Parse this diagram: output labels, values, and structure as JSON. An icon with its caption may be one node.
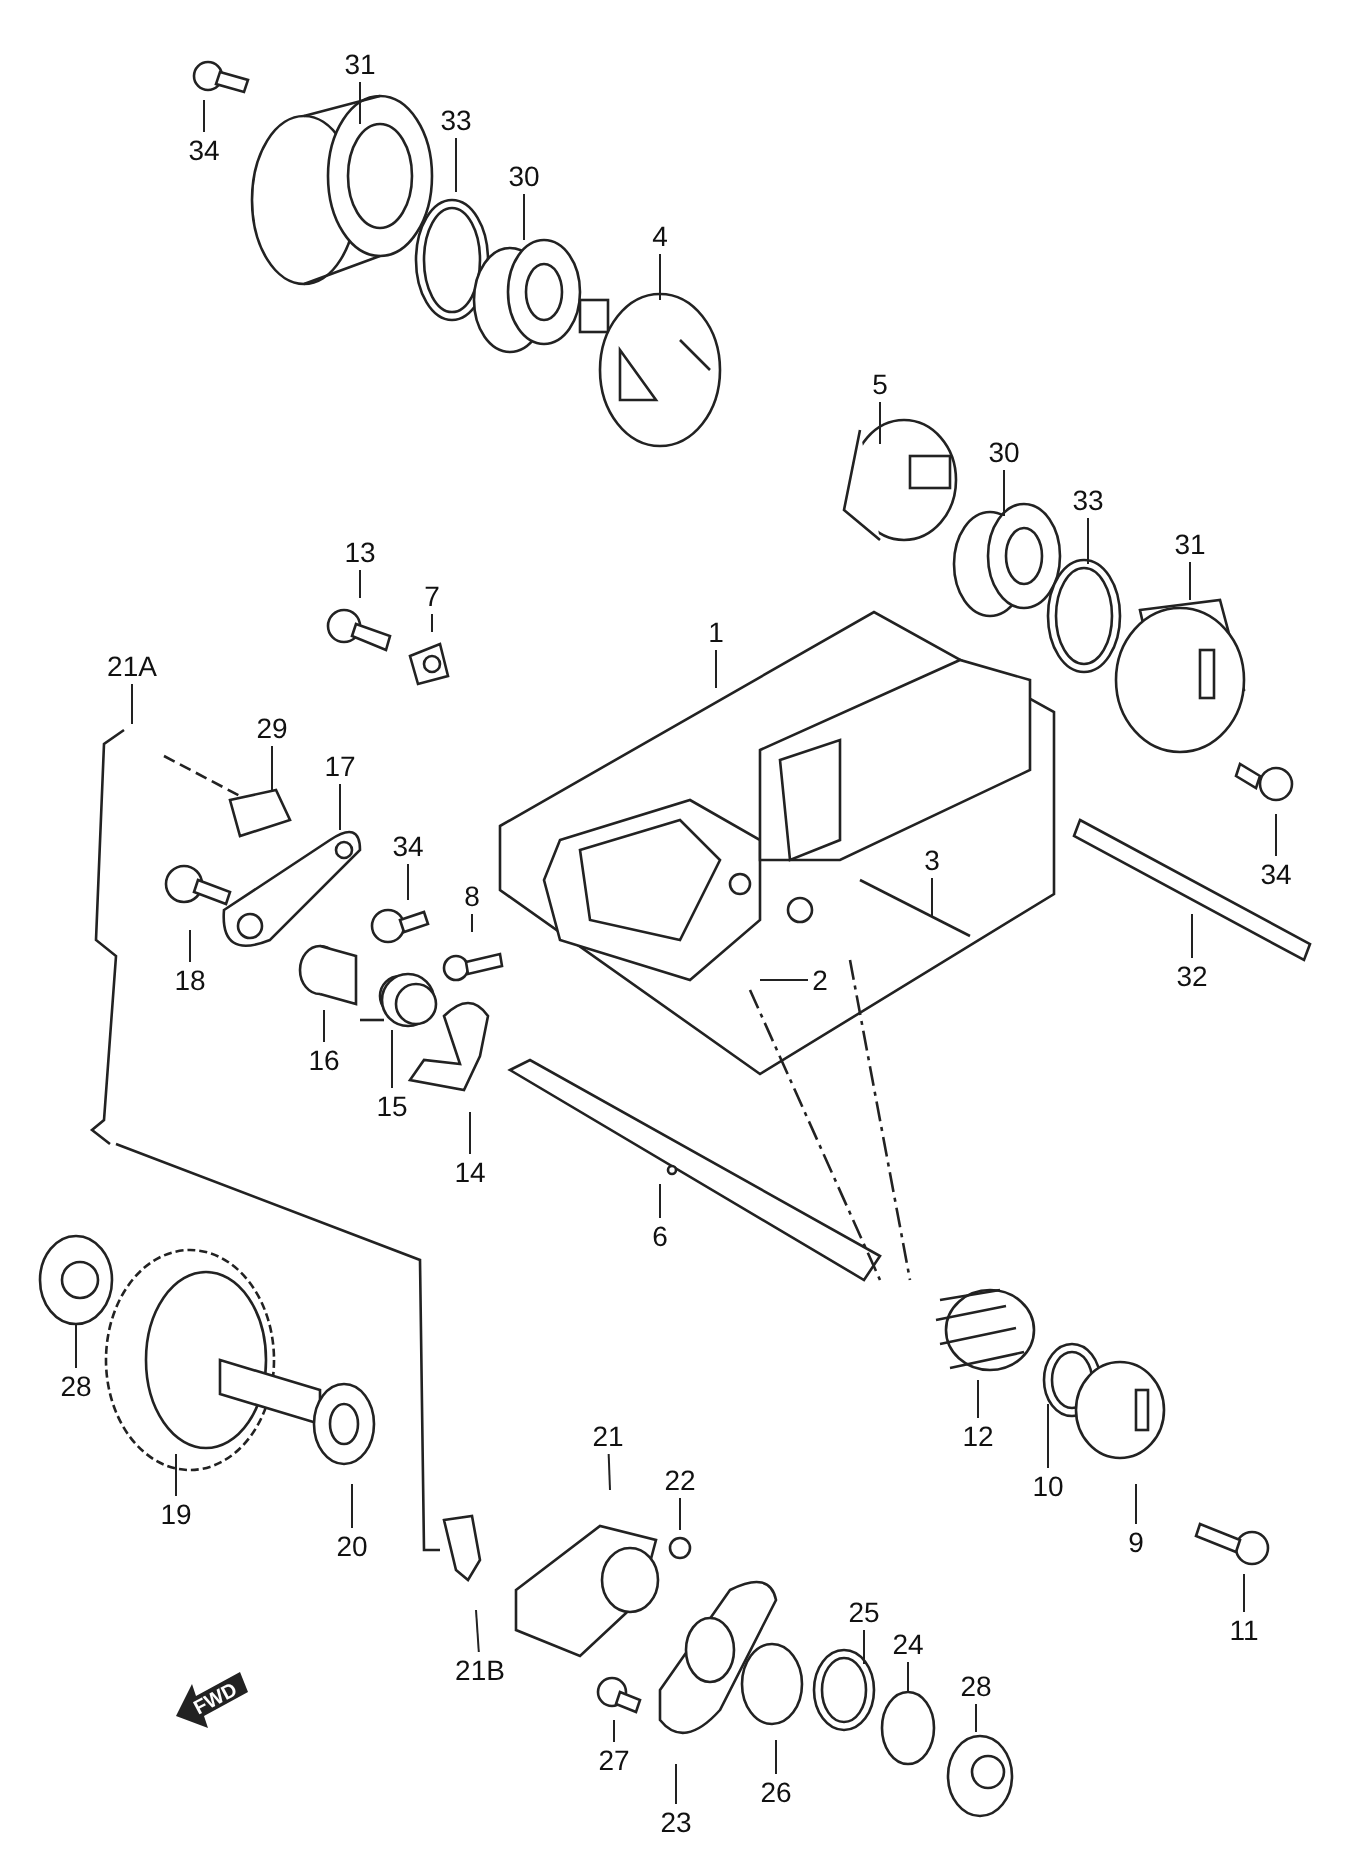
{
  "diagram": {
    "nodes": [
      {
        "text": [
          "31"
        ]
      },
      {
        "text": [
          "33"
        ]
      },
      {
        "text": [
          "34"
        ]
      },
      {
        "text": [
          "30"
        ]
      },
      {
        "text": [
          "4"
        ]
      },
      {
        "text": [
          "5"
        ]
      },
      {
        "text": [
          "30"
        ]
      },
      {
        "text": [
          "33"
        ]
      },
      {
        "text": [
          "31"
        ]
      },
      {
        "text": [
          "13"
        ]
      },
      {
        "text": [
          "7"
        ]
      },
      {
        "text": [
          "1"
        ]
      },
      {
        "text": [
          "21A"
        ]
      },
      {
        "text": [
          "29"
        ]
      },
      {
        "text": [
          "17"
        ]
      },
      {
        "text": [
          "34"
        ]
      },
      {
        "text": [
          "3"
        ]
      },
      {
        "text": [
          "34"
        ]
      },
      {
        "text": [
          "8"
        ]
      },
      {
        "text": [
          "18"
        ]
      },
      {
        "text": [
          "2"
        ]
      },
      {
        "text": [
          "32"
        ]
      },
      {
        "text": [
          "16"
        ]
      },
      {
        "text": [
          "15"
        ]
      },
      {
        "text": [
          "14"
        ]
      },
      {
        "text": [
          "6"
        ]
      },
      {
        "text": [
          "28"
        ]
      },
      {
        "text": [
          "21"
        ]
      },
      {
        "text": [
          "12"
        ]
      },
      {
        "text": [
          "22"
        ]
      },
      {
        "text": [
          "10"
        ]
      },
      {
        "text": [
          "19"
        ]
      },
      {
        "text": [
          "20"
        ]
      },
      {
        "text": [
          "9"
        ]
      },
      {
        "text": [
          "25"
        ]
      },
      {
        "text": [
          "11"
        ]
      },
      {
        "text": [
          "24"
        ]
      },
      {
        "text": [
          "21B"
        ]
      },
      {
        "text": [
          "28"
        ]
      },
      {
        "text": [
          "27"
        ]
      },
      {
        "text": [
          "26"
        ]
      },
      {
        "text": [
          "23"
        ]
      }
    ],
    "edges": [
      {
        "from": 0,
        "to": null,
        "arrow": "none"
      },
      {
        "from": 1,
        "to": null,
        "arrow": "none"
      },
      {
        "from": 2,
        "to": null,
        "arrow": "none"
      },
      {
        "from": 3,
        "to": null,
        "arrow": "none"
      },
      {
        "from": 4,
        "to": null,
        "arrow": "none"
      },
      {
        "from": 5,
        "to": null,
        "arrow": "none"
      },
      {
        "from": 6,
        "to": null,
        "arrow": "none"
      },
      {
        "from": 7,
        "to": null,
        "arrow": "none"
      },
      {
        "from": 8,
        "to": null,
        "arrow": "none"
      },
      {
        "from": 9,
        "to": null,
        "arrow": "none"
      },
      {
        "from": 10,
        "to": null,
        "arrow": "none"
      },
      {
        "from": 11,
        "to": null,
        "arrow": "none"
      },
      {
        "from": 12,
        "to": null,
        "arrow": "none"
      },
      {
        "from": 13,
        "to": null,
        "arrow": "none"
      },
      {
        "from": 14,
        "to": null,
        "arrow": "none"
      },
      {
        "from": 15,
        "to": null,
        "arrow": "none"
      },
      {
        "from": 16,
        "to": null,
        "arrow": "none"
      },
      {
        "from": 17,
        "to": null,
        "arrow": "none"
      },
      {
        "from": 18,
        "to": null,
        "arrow": "none"
      },
      {
        "from": 19,
        "to": null,
        "arrow": "none"
      },
      {
        "from": 20,
        "to": null,
        "arrow": "none"
      },
      {
        "from": 21,
        "to": null,
        "arrow": "none"
      },
      {
        "from": 22,
        "to": null,
        "arrow": "none"
      },
      {
        "from": 23,
        "to": null,
        "arrow": "none"
      },
      {
        "from": 24,
        "to": null,
        "arrow": "none"
      },
      {
        "from": 25,
        "to": null,
        "arrow": "none"
      },
      {
        "from": 26,
        "to": null,
        "arrow": "none"
      },
      {
        "from": 27,
        "to": null,
        "arrow": "none"
      },
      {
        "from": 28,
        "to": null,
        "arrow": "none"
      },
      {
        "from": 29,
        "to": null,
        "arrow": "none"
      },
      {
        "from": 30,
        "to": null,
        "arrow": "none"
      },
      {
        "from": 31,
        "to": null,
        "arrow": "none"
      },
      {
        "from": 32,
        "to": null,
        "arrow": "none"
      },
      {
        "from": 33,
        "to": null,
        "arrow": "none"
      },
      {
        "from": 34,
        "to": null,
        "arrow": "none"
      },
      {
        "from": 35,
        "to": null,
        "arrow": "none"
      },
      {
        "from": 36,
        "to": null,
        "arrow": "none"
      },
      {
        "from": 37,
        "to": null,
        "arrow": "none"
      },
      {
        "from": 38,
        "to": null,
        "arrow": "none"
      },
      {
        "from": 39,
        "to": null,
        "arrow": "none"
      },
      {
        "from": 40,
        "to": null,
        "arrow": "none"
      },
      {
        "from": 41,
        "to": null,
        "arrow": "none"
      }
    ],
    "labels": [
      "FWD"
    ]
  }
}
